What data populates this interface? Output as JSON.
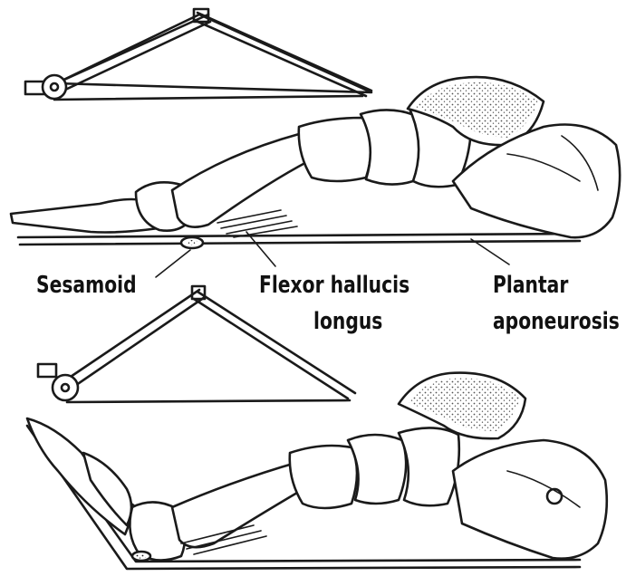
{
  "labels": {
    "sesamoid": "Sesamoid",
    "flexor_line1": "Flexor hallucis",
    "flexor_line2": "longus",
    "plantar_line1": "Plantar",
    "plantar_line2": "aponeurosis"
  },
  "colors": {
    "ink": "#1a1a1a",
    "background": "#ffffff"
  }
}
